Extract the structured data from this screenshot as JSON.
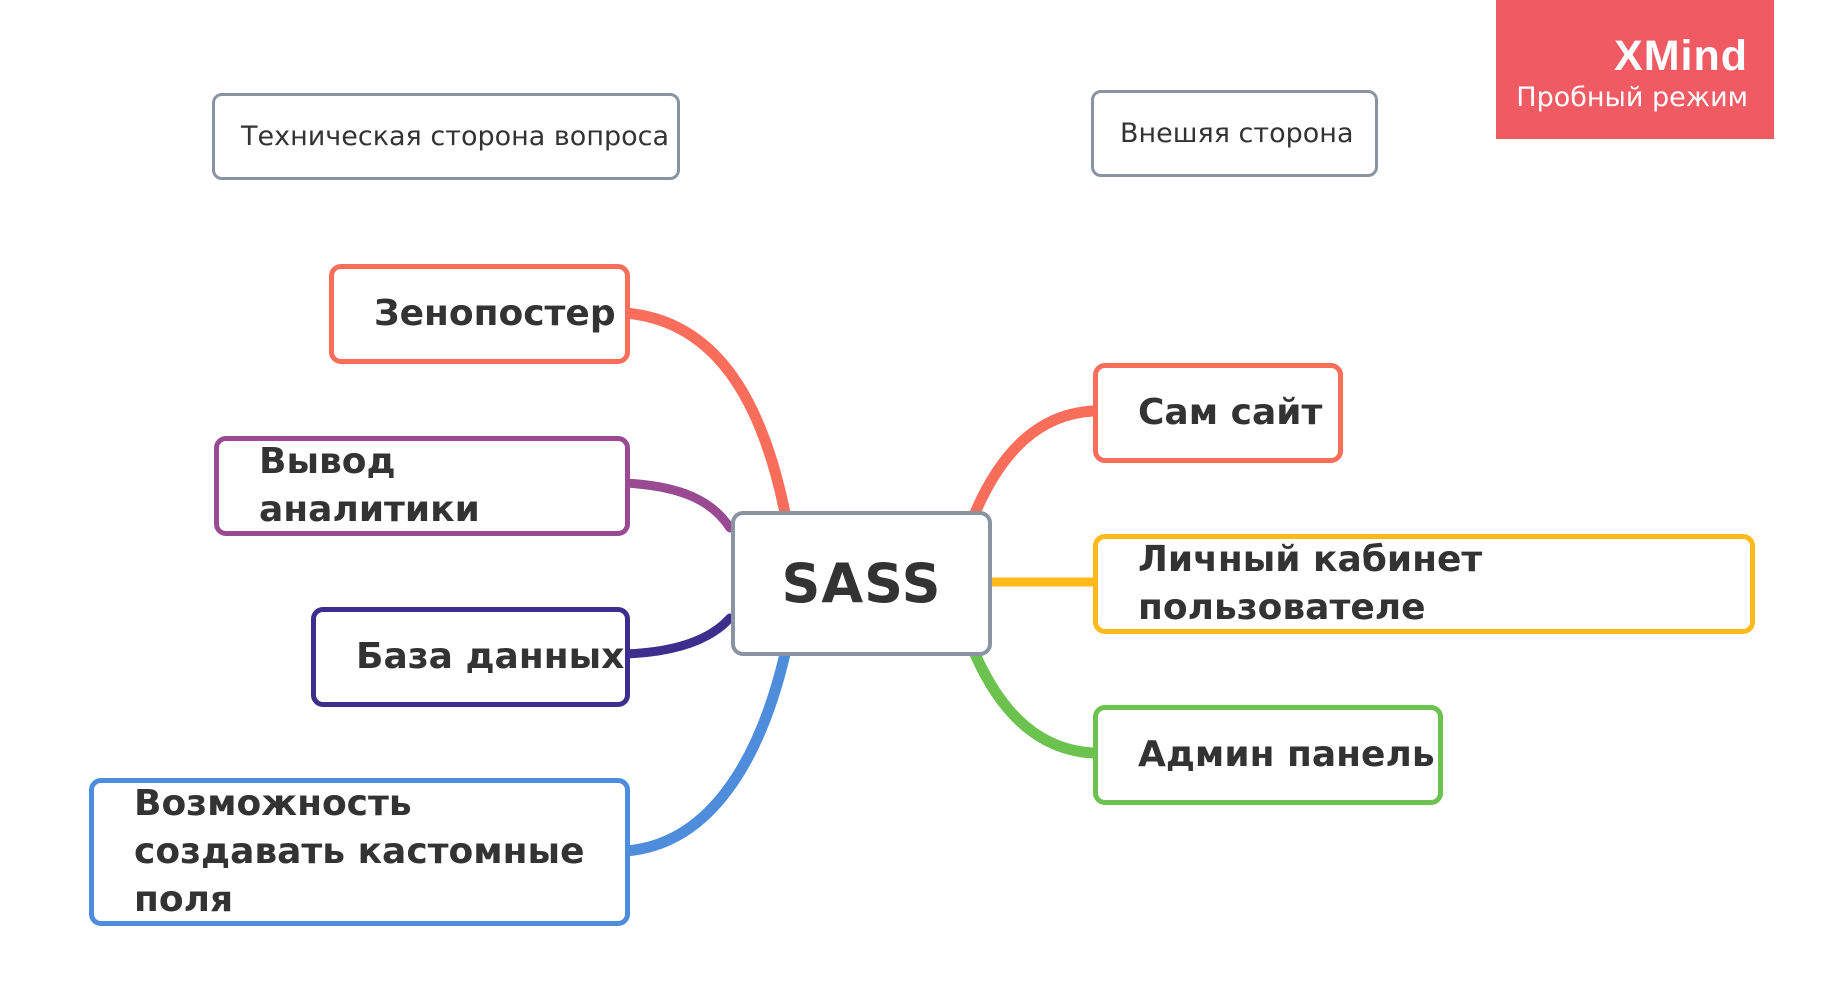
{
  "watermark": {
    "title": "XMind",
    "subtitle": "Пробный режим",
    "color": "#ef5a63"
  },
  "floating_topics": {
    "technical": "Техническая сторона вопроса",
    "external": "Внешяя сторона"
  },
  "central_topic": "SASS",
  "left_branches": [
    {
      "label": "Зенопостер",
      "color": "#f96e5b"
    },
    {
      "label": "Вывод аналитики",
      "color": "#9a4a92"
    },
    {
      "label": "База данных",
      "color": "#3d2e8d"
    },
    {
      "label": "Возможность создавать кастомные поля",
      "color": "#4e8ddb"
    }
  ],
  "right_branches": [
    {
      "label": "Сам сайт",
      "color": "#f96e5b"
    },
    {
      "label": "Личный кабинет пользователе",
      "color": "#ffb91c"
    },
    {
      "label": "Админ панель",
      "color": "#6cc24f"
    }
  ]
}
